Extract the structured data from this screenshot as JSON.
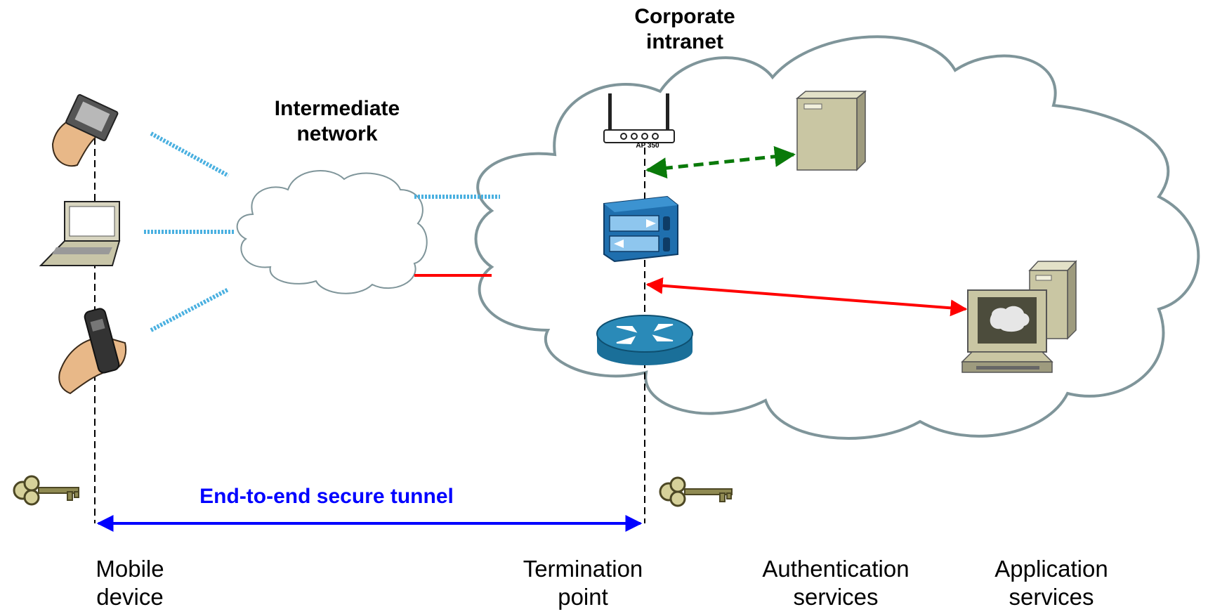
{
  "diagram": {
    "labels": {
      "corporate_intranet_line1": "Corporate",
      "corporate_intranet_line2": "intranet",
      "intermediate_network_line1": "Intermediate",
      "intermediate_network_line2": "network",
      "tunnel": "End-to-end secure tunnel",
      "ap_model": "AP 350",
      "mobile_device_line1": "Mobile",
      "mobile_device_line2": "device",
      "termination_point_line1": "Termination",
      "termination_point_line2": "point",
      "authentication_services_line1": "Authentication",
      "authentication_services_line2": "services",
      "application_services_line1": "Application",
      "application_services_line2": "services"
    },
    "colors": {
      "tunnel": "#0000ff",
      "authentication_link": "#0a7a0a",
      "application_link": "#ff0000",
      "wireless_link": "#4ab0e0",
      "cloud_outline": "#7f959a",
      "router": "#2a8ab8",
      "firewall": "#1f6fae",
      "key": "#8f8a52",
      "server": "#c9c6a3"
    },
    "icons": [
      "pda-in-hand-icon",
      "laptop-icon",
      "cell-phone-in-hand-icon",
      "access-point-icon",
      "vpn-concentrator-icon",
      "router-icon",
      "authentication-server-icon",
      "application-workstation-icon",
      "key-icon"
    ]
  }
}
